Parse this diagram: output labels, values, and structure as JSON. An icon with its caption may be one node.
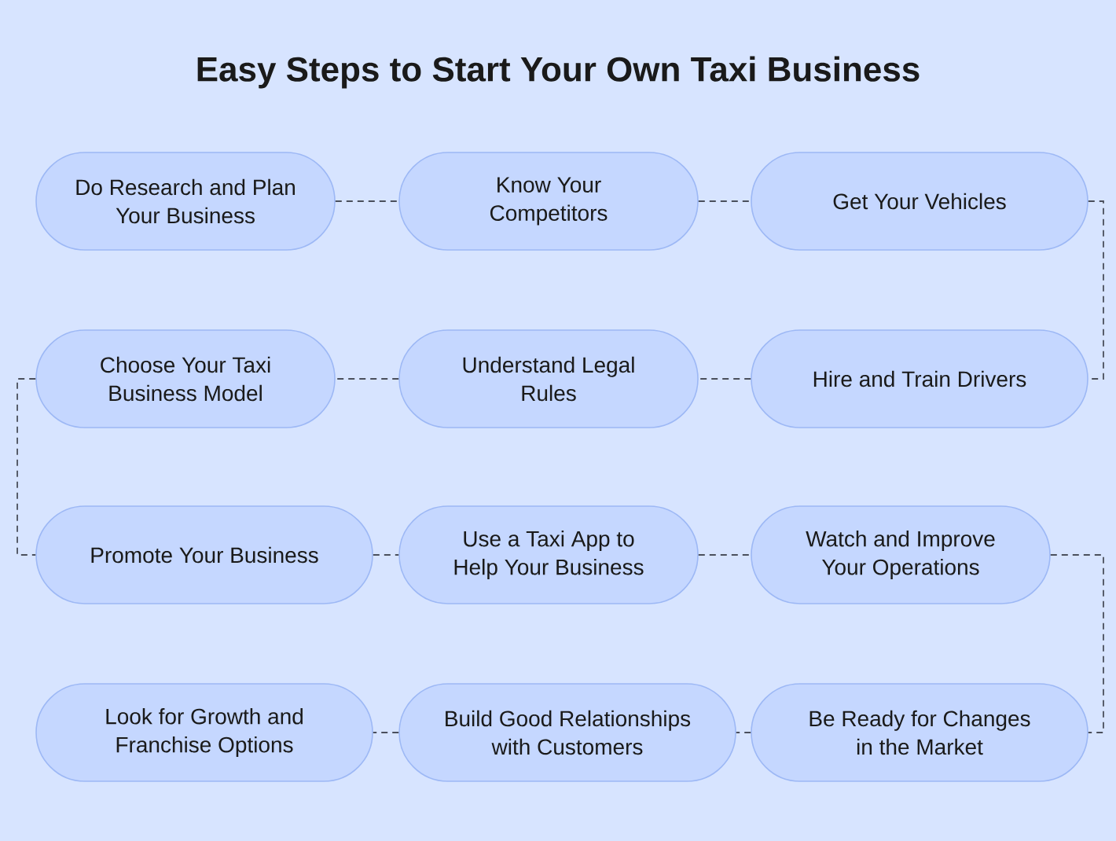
{
  "diagram": {
    "title": "Easy Steps to Start Your Own Taxi Business",
    "nodes": [
      {
        "text": [
          "Do Research and Plan Your Business"
        ]
      },
      {
        "text": [
          "Know Your Competitors"
        ]
      },
      {
        "text": [
          "Get Your Vehicles"
        ]
      },
      {
        "text": [
          "Choose Your Taxi Business Model"
        ]
      },
      {
        "text": [
          "Understand Legal Rules"
        ]
      },
      {
        "text": [
          "Hire and Train Drivers"
        ]
      },
      {
        "text": [
          "Promote Your Business"
        ]
      },
      {
        "text": [
          "Use a Taxi App to Help Your Business"
        ]
      },
      {
        "text": [
          "Watch and Improve Your Operations"
        ]
      },
      {
        "text": [
          "Look for Growth and Franchise Options"
        ]
      },
      {
        "text": [
          "Build Good Relationships with Customers"
        ]
      },
      {
        "text": [
          "Be Ready for Changes in the Market"
        ]
      }
    ],
    "edges": [
      {
        "from": 0,
        "to": 1,
        "arrow": "none",
        "style": "dashed"
      },
      {
        "from": 1,
        "to": 2,
        "arrow": "none",
        "style": "dashed"
      },
      {
        "from": 2,
        "to": 5,
        "arrow": "none",
        "style": "dashed"
      },
      {
        "from": 5,
        "to": 4,
        "arrow": "none",
        "style": "dashed"
      },
      {
        "from": 4,
        "to": 3,
        "arrow": "none",
        "style": "dashed"
      },
      {
        "from": 3,
        "to": 6,
        "arrow": "none",
        "style": "dashed"
      },
      {
        "from": 6,
        "to": 7,
        "arrow": "none",
        "style": "dashed"
      },
      {
        "from": 7,
        "to": 8,
        "arrow": "none",
        "style": "dashed"
      },
      {
        "from": 8,
        "to": 11,
        "arrow": "none",
        "style": "dashed"
      },
      {
        "from": 11,
        "to": 10,
        "arrow": "none",
        "style": "dashed"
      },
      {
        "from": 10,
        "to": 9,
        "arrow": "none",
        "style": "dashed"
      }
    ]
  }
}
